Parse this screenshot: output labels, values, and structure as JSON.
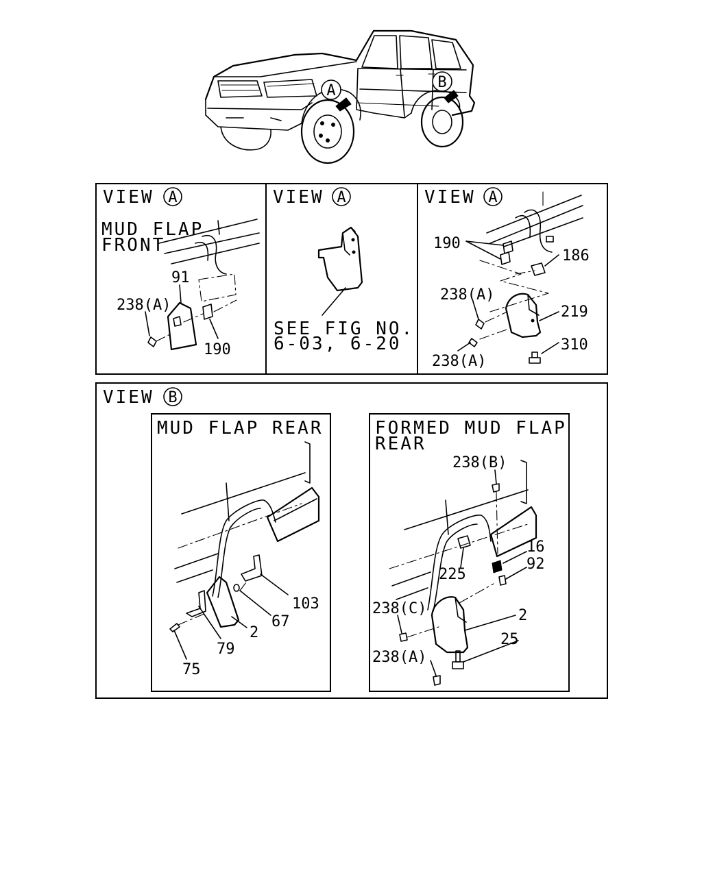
{
  "top_markers": {
    "a": "A",
    "b": "B"
  },
  "view_a1": {
    "heading": "VIEW",
    "circle": "A",
    "title_line1": "MUD FLAP",
    "title_line2": "FRONT",
    "labels": {
      "p91": "91",
      "p238a": "238(A)",
      "p190": "190"
    }
  },
  "view_a2": {
    "heading": "VIEW",
    "circle": "A",
    "note_line1": "SEE FIG NO.",
    "note_line2": "6-03, 6-20"
  },
  "view_a3": {
    "heading": "VIEW",
    "circle": "A",
    "labels": {
      "p190": "190",
      "p186": "186",
      "p238a_1": "238(A)",
      "p219": "219",
      "p238a_2": "238(A)",
      "p310": "310"
    }
  },
  "view_b": {
    "heading": "VIEW",
    "circle": "B",
    "rear": {
      "title": "MUD FLAP REAR",
      "labels": {
        "p103": "103",
        "p67": "67",
        "p2": "2",
        "p79": "79",
        "p75": "75"
      }
    },
    "formed": {
      "title_line1": "FORMED MUD FLAP",
      "title_line2": "REAR",
      "labels": {
        "p238b": "238(B)",
        "p16": "16",
        "p92": "92",
        "p225": "225",
        "p238c": "238(C)",
        "p2": "2",
        "p25": "25",
        "p238a": "238(A)"
      }
    }
  }
}
